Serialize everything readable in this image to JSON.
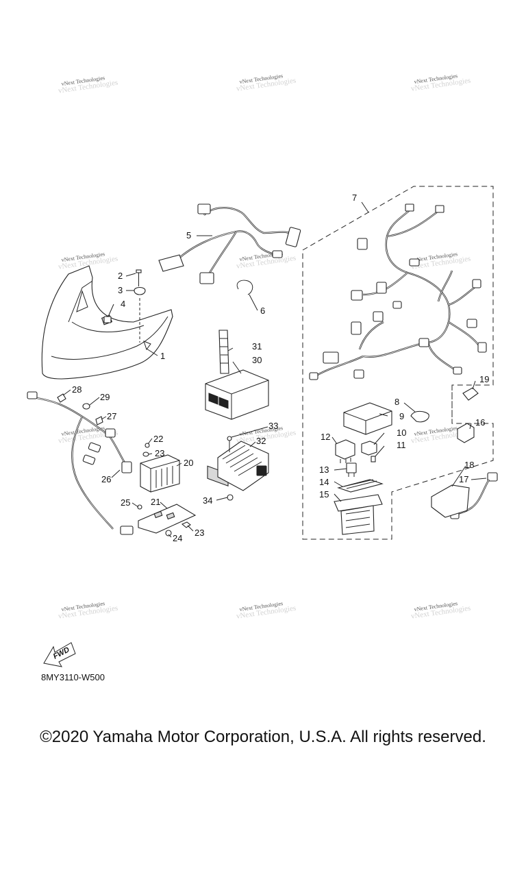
{
  "diagram": {
    "part_code": "8MY3110-W500",
    "copyright": "©2020 Yamaha Motor Corporation, U.S.A. All rights reserved.",
    "watermark": "vNext Technologies",
    "fwd_label": "FWD",
    "callouts": [
      "1",
      "2",
      "3",
      "4",
      "5",
      "6",
      "7",
      "8",
      "9",
      "10",
      "11",
      "12",
      "13",
      "14",
      "15",
      "16",
      "17",
      "18",
      "19",
      "20",
      "21",
      "22",
      "23",
      "23",
      "24",
      "25",
      "26",
      "27",
      "28",
      "29",
      "30",
      "31",
      "32",
      "33",
      "34"
    ]
  }
}
